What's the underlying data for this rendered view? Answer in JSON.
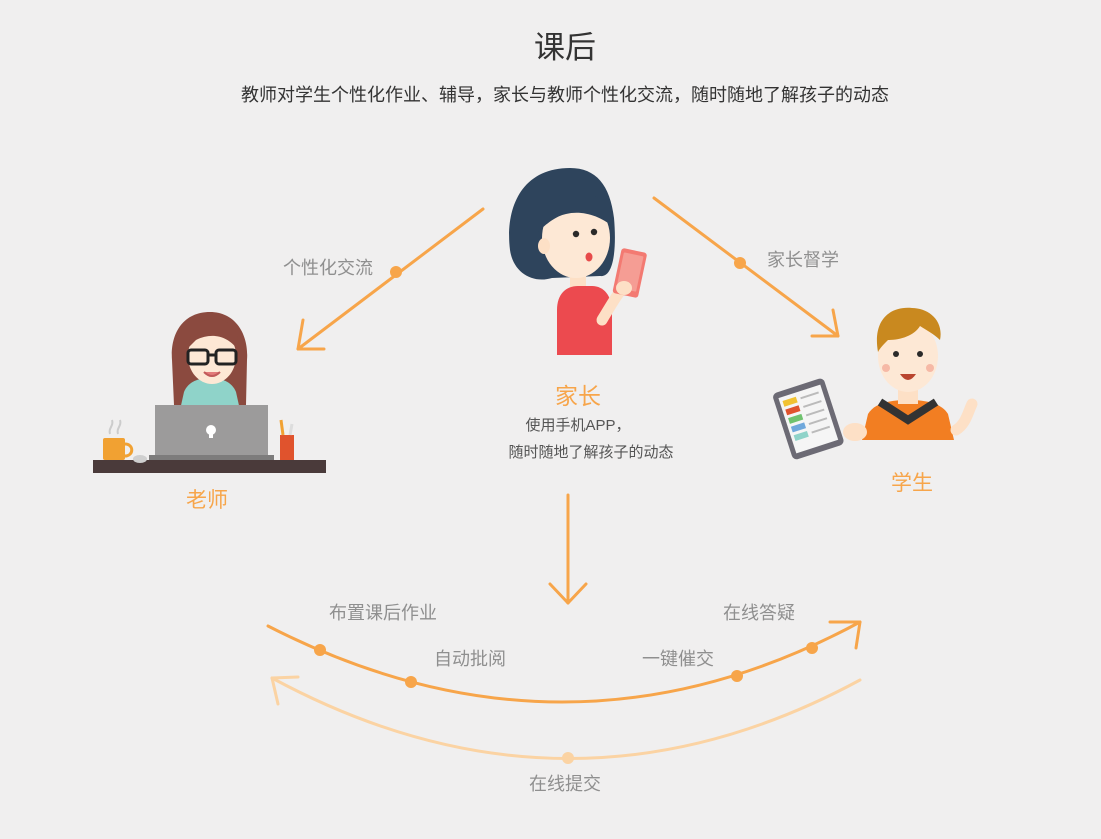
{
  "header": {
    "title": "课后",
    "subtitle": "教师对学生个性化作业、辅导，家长与教师个性化交流，随时随地了解孩子的动态"
  },
  "roles": {
    "parent": {
      "name": "家长",
      "desc_line1": "使用手机APP，",
      "desc_line2": "随时随地了解孩子的动态"
    },
    "teacher": {
      "name": "老师"
    },
    "student": {
      "name": "学生"
    }
  },
  "links": {
    "parent_teacher": "个性化交流",
    "parent_student": "家长督学"
  },
  "flow": {
    "step1": "布置课后作业",
    "step2": "自动批阅",
    "step3": "一键催交",
    "step4": "在线答疑",
    "return_step": "在线提交"
  },
  "colors": {
    "accent": "#f7a54a",
    "accent_light": "#fbd3a3",
    "title": "#333333",
    "text": "#555555",
    "muted": "#8f8f8f"
  }
}
